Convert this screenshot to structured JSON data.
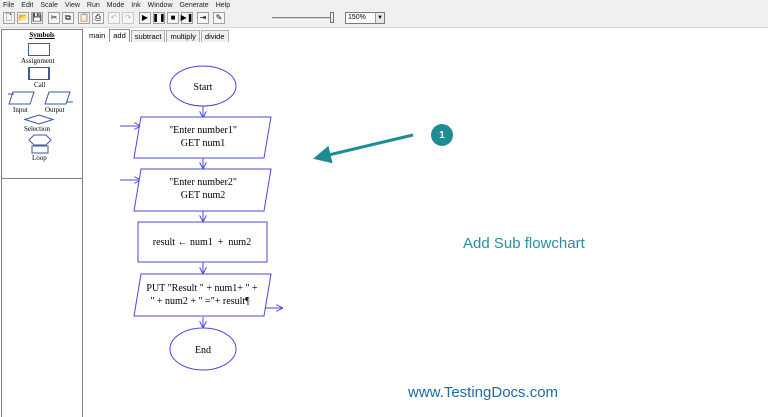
{
  "menu": [
    "File",
    "Edit",
    "Scale",
    "View",
    "Run",
    "Mode",
    "Ink",
    "Window",
    "Generate",
    "Help"
  ],
  "toolbar": {
    "buttons": [
      {
        "name": "new-file-icon",
        "glyph": "🗋"
      },
      {
        "name": "open-folder-icon",
        "glyph": "📂"
      },
      {
        "name": "save-icon",
        "glyph": "💾"
      },
      {
        "name": "cut-icon",
        "glyph": "✂"
      },
      {
        "name": "copy-icon",
        "glyph": "⧉"
      },
      {
        "name": "paste-icon",
        "glyph": "📋"
      },
      {
        "name": "print-icon",
        "glyph": "⎙"
      },
      {
        "name": "undo-icon",
        "glyph": "↶"
      },
      {
        "name": "redo-icon",
        "glyph": "↷"
      },
      {
        "name": "run-icon",
        "glyph": "▶"
      },
      {
        "name": "pause-icon",
        "glyph": "❚❚"
      },
      {
        "name": "stop-icon",
        "glyph": "■"
      },
      {
        "name": "step-icon",
        "glyph": "▶❚"
      },
      {
        "name": "step-into-icon",
        "glyph": "⇥"
      },
      {
        "name": "ink-pen-icon",
        "glyph": "✎"
      }
    ],
    "zoom": "150%"
  },
  "symbols": {
    "title": "Symbols",
    "assignment": "Assignment",
    "call": "Call",
    "input": "Input",
    "output": "Output",
    "selection": "Selection",
    "loop": "Loop"
  },
  "tabs": [
    "main",
    "add",
    "subtract",
    "multiply",
    "divide"
  ],
  "active_tab": "add",
  "flowchart": {
    "start": "Start",
    "input1_line1": "\"Enter number1\"",
    "input1_line2": "GET num1",
    "input2_line1": "\"Enter number2\"",
    "input2_line2": "GET num2",
    "assign": "result ← num1  +  num2",
    "output_line1": "PUT \"Result \" + num1+ \" +",
    "output_line2": "\" + num2 + \" =\"+ result¶",
    "end": "End"
  },
  "callout": "1",
  "caption": "Add Sub flowchart",
  "watermark": "www.TestingDocs.com",
  "colors": {
    "flow_line": "#4a4ad8",
    "callout": "#1f8c94",
    "caption": "#2a8f9a",
    "watermark": "#1c6aa8"
  }
}
